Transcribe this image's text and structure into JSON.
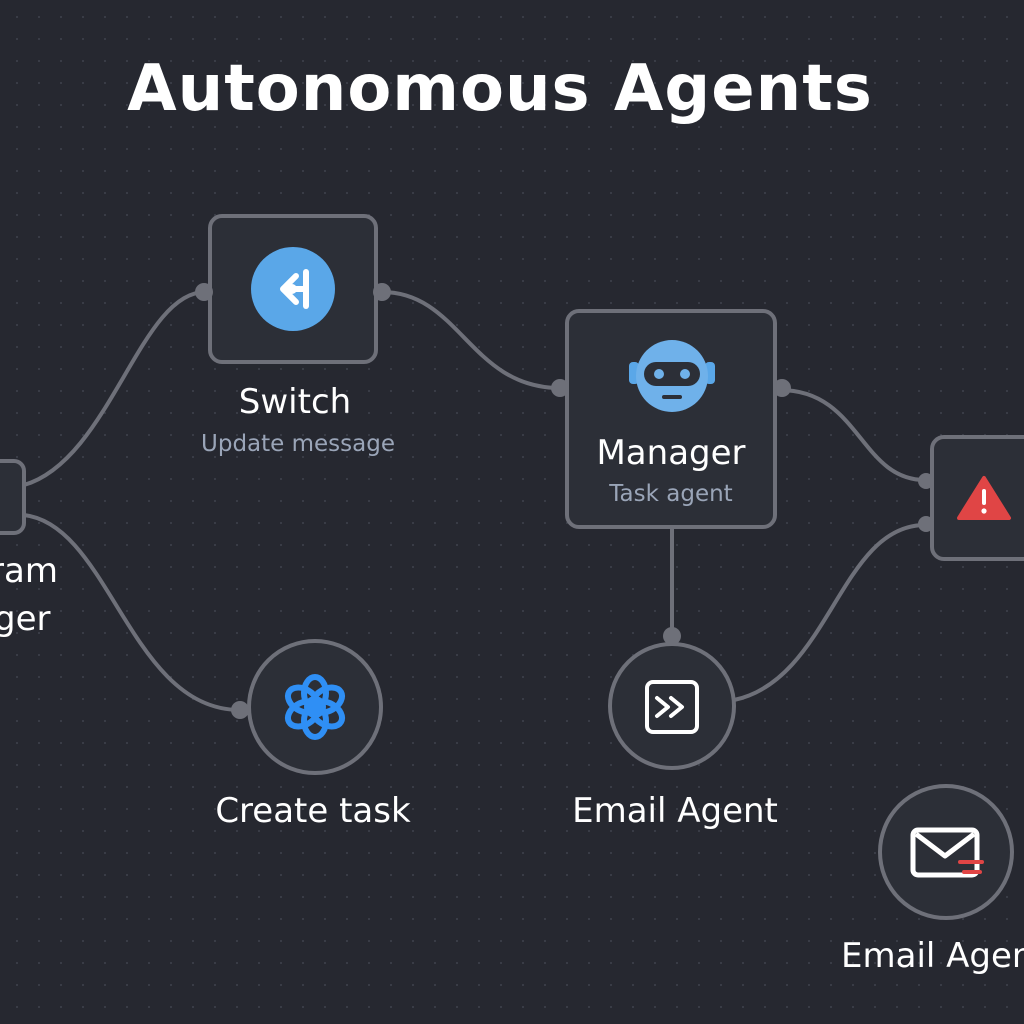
{
  "title": "Autonomous Agents",
  "colors": {
    "background": "#262830",
    "node_fill": "#2c2f37",
    "node_border": "#6e7079",
    "wire": "#6e7079",
    "accent_blue": "#3b82f6",
    "light_blue": "#5aa7e8",
    "warning_red": "#e04545",
    "text_primary": "#ffffff",
    "text_secondary": "#9aa5b8"
  },
  "nodes": {
    "trigger": {
      "label_line1": "ram",
      "label_line2": "ger"
    },
    "switch": {
      "label": "Switch",
      "sublabel": "Update message",
      "icon": "switch-icon"
    },
    "manager": {
      "label": "Manager",
      "sublabel": "Task agent",
      "icon": "robot-icon"
    },
    "alert": {
      "icon": "warning-icon"
    },
    "create_task": {
      "label": "Create task",
      "icon": "openai-flower-icon"
    },
    "email_agent": {
      "label": "Email Agent",
      "icon": "forward-arrows-icon"
    },
    "email_agent_2": {
      "label": "Email Agen",
      "icon": "mail-icon"
    }
  }
}
